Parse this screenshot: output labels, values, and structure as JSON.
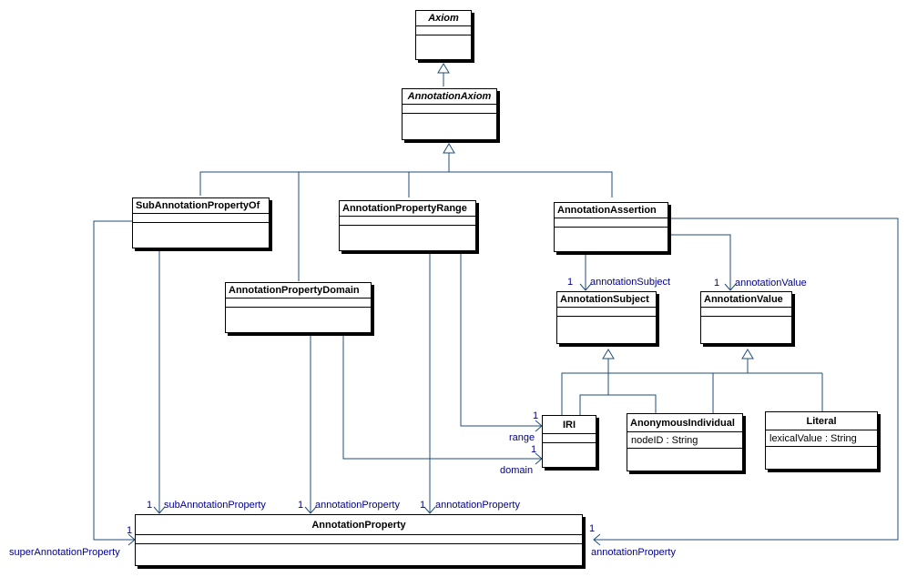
{
  "classes": {
    "axiom": "Axiom",
    "annotation_axiom": "AnnotationAxiom",
    "sub_annotation_property_of": "SubAnnotationPropertyOf",
    "annotation_property_range": "AnnotationPropertyRange",
    "annotation_assertion": "AnnotationAssertion",
    "annotation_property_domain": "AnnotationPropertyDomain",
    "annotation_subject": "AnnotationSubject",
    "annotation_value": "AnnotationValue",
    "iri": "IRI",
    "anonymous_individual": "AnonymousIndividual",
    "anonymous_individual_attr": "nodeID : String",
    "literal": "Literal",
    "literal_attr": "lexicalValue : String",
    "annotation_property": "AnnotationProperty"
  },
  "roles": {
    "annotation_subject": "annotationSubject",
    "annotation_value": "annotationValue",
    "range": "range",
    "domain": "domain",
    "sub_annotation_property": "subAnnotationProperty",
    "annotation_property": "annotationProperty",
    "super_annotation_property": "superAnnotationProperty"
  },
  "multiplicity": "1",
  "colors": {
    "line": "#1f4e79",
    "label": "#00008b"
  }
}
